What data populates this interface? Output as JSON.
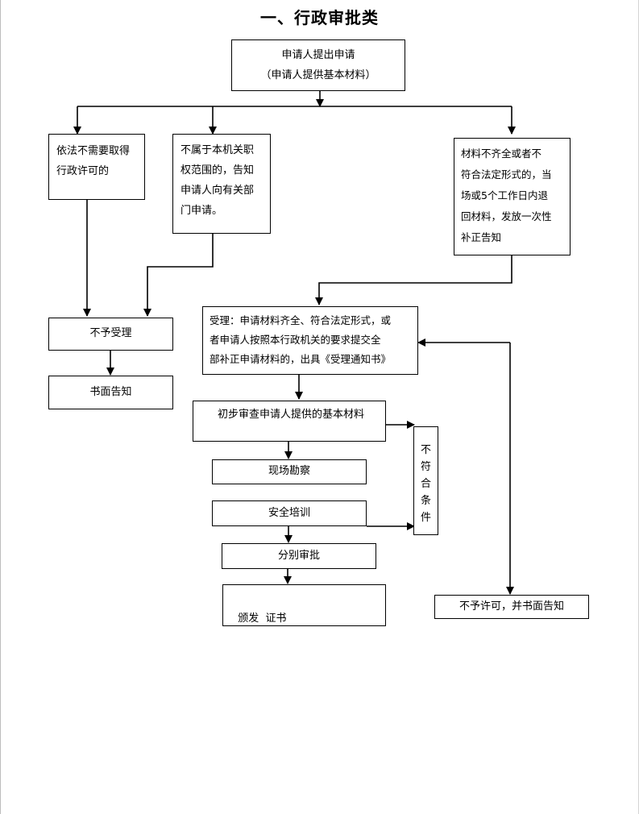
{
  "title": "一、行政审批类",
  "nodes": {
    "apply": {
      "lines": [
        "申请人提出申请",
        "（申请人提供基本材料）"
      ]
    },
    "no_permit_needed": {
      "lines": [
        "依法不需要取得",
        "行政许可的"
      ]
    },
    "not_our_scope": {
      "lines": [
        "不属于本机关职",
        "权范围的，告知",
        "申请人向有关部",
        "门申请。"
      ]
    },
    "incomplete": {
      "lines": [
        "材料不齐全或者不",
        "符合法定形式的，当",
        "场或5个工作日内退",
        "回材料，发放一次性",
        "补正告知"
      ]
    },
    "reject": {
      "text": "不予受理"
    },
    "written_notice": {
      "text": "书面告知"
    },
    "accept": {
      "lines": [
        "受理：申请材料齐全、符合法定形式，或",
        "者申请人按照本行政机关的要求提交全",
        "部补正申请材料的，出具《受理通知书》"
      ]
    },
    "preliminary": {
      "text": "初步审查申请人提供的基本材料"
    },
    "site_survey": {
      "text": "现场勘察"
    },
    "safety_training": {
      "text": "安全培训"
    },
    "unqualified": {
      "chars": [
        "不",
        "符",
        "合",
        "条",
        "件"
      ]
    },
    "separate_approval": {
      "text": "分别审批"
    },
    "issue_cert": {
      "text": "颁发  证书"
    },
    "deny_notice": {
      "text": "不予许可，并书面告知"
    }
  }
}
